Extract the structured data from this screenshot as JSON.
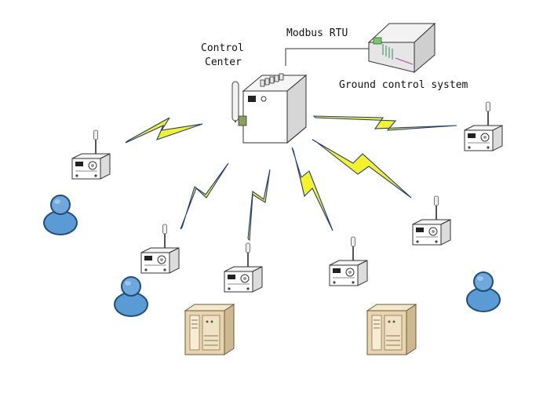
{
  "labels": {
    "control_center_line1": "Control",
    "control_center_line2": "Center",
    "modbus": "Modbus RTU",
    "ground_control": "Ground control system"
  },
  "colors": {
    "bolt_fill": "#f4f22a",
    "bolt_stroke": "#1f3d7a",
    "person_fill": "#5b9bd5",
    "person_stroke": "#1f4e79",
    "server_fill": "#e8d5b0",
    "device_fill": "#ffffff",
    "device_stroke": "#333333"
  },
  "icons": {
    "control_center": "control-unit-icon",
    "ground_control": "server-unit-icon",
    "sensor_node": "sensor-node-icon",
    "user": "person-icon",
    "server": "server-tower-icon",
    "wireless_link": "lightning-bolt-icon"
  }
}
